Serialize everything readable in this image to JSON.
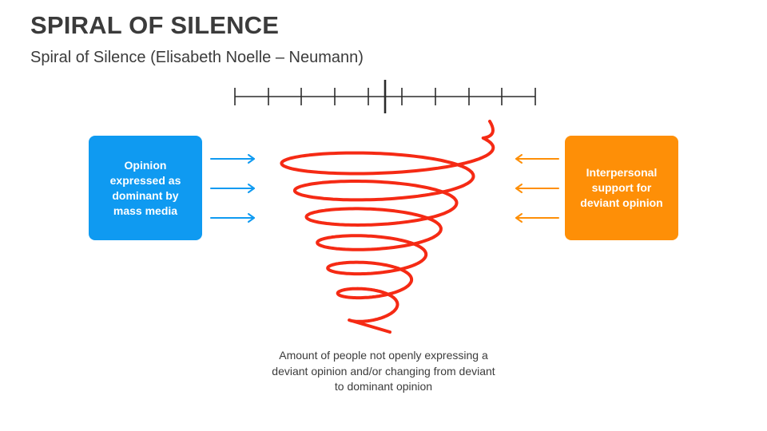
{
  "header": {
    "title": "SPIRAL OF SILENCE",
    "subtitle": "Spiral of Silence (Elisabeth Noelle – Neumann)"
  },
  "left_box": {
    "text": "Opinion expressed as dominant by mass media",
    "color": "#0f9af1"
  },
  "right_box": {
    "text": "Interpersonal support for deviant opinion",
    "color": "#fe8f07"
  },
  "caption": "Amount of people not openly expressing a deviant opinion and/or changing from deviant to dominant opinion",
  "colors": {
    "spiral": "#f52a14",
    "scale": "#2b2b2b",
    "left_arrows": "#0f9af1",
    "right_arrows": "#fe8f07"
  },
  "icons": {
    "left_arrows": "arrow-right-icon",
    "right_arrows": "arrow-left-icon"
  }
}
